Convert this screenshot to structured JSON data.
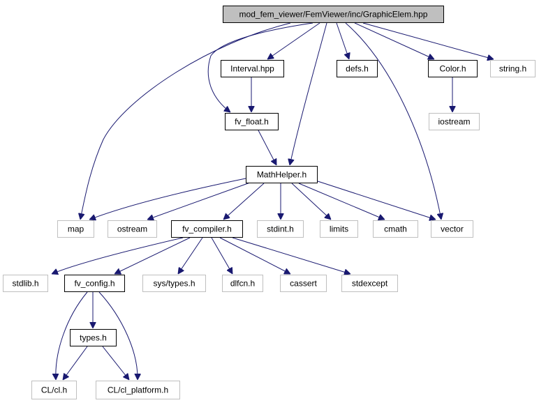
{
  "diagram": {
    "type": "include-dependency-graph",
    "colors": {
      "edge": "#191970",
      "root_fill": "#bfbfbf",
      "project_border": "#000000",
      "external_border": "#bfbfbf",
      "text": "#000000"
    },
    "nodes": [
      {
        "id": "root",
        "label": "mod_fem_viewer/FemViewer/inc/GraphicElem.hpp",
        "kind": "root"
      },
      {
        "id": "interval",
        "label": "Interval.hpp",
        "kind": "project"
      },
      {
        "id": "defs",
        "label": "defs.h",
        "kind": "project"
      },
      {
        "id": "color",
        "label": "Color.h",
        "kind": "project"
      },
      {
        "id": "string",
        "label": "string.h",
        "kind": "external"
      },
      {
        "id": "fvfloat",
        "label": "fv_float.h",
        "kind": "project"
      },
      {
        "id": "iostream",
        "label": "iostream",
        "kind": "external"
      },
      {
        "id": "mathhelper",
        "label": "MathHelper.h",
        "kind": "project"
      },
      {
        "id": "map",
        "label": "map",
        "kind": "external"
      },
      {
        "id": "ostream",
        "label": "ostream",
        "kind": "external"
      },
      {
        "id": "fvcompiler",
        "label": "fv_compiler.h",
        "kind": "project"
      },
      {
        "id": "stdint",
        "label": "stdint.h",
        "kind": "external"
      },
      {
        "id": "limits",
        "label": "limits",
        "kind": "external"
      },
      {
        "id": "cmath",
        "label": "cmath",
        "kind": "external"
      },
      {
        "id": "vector",
        "label": "vector",
        "kind": "external"
      },
      {
        "id": "stdlib",
        "label": "stdlib.h",
        "kind": "external"
      },
      {
        "id": "fvconfig",
        "label": "fv_config.h",
        "kind": "project"
      },
      {
        "id": "systypes",
        "label": "sys/types.h",
        "kind": "external"
      },
      {
        "id": "dlfcn",
        "label": "dlfcn.h",
        "kind": "external"
      },
      {
        "id": "cassert",
        "label": "cassert",
        "kind": "external"
      },
      {
        "id": "stdexcept",
        "label": "stdexcept",
        "kind": "external"
      },
      {
        "id": "types",
        "label": "types.h",
        "kind": "project"
      },
      {
        "id": "clh",
        "label": "CL/cl.h",
        "kind": "external"
      },
      {
        "id": "clplatform",
        "label": "CL/cl_platform.h",
        "kind": "external"
      }
    ],
    "edges": [
      {
        "from": "root",
        "to": "map"
      },
      {
        "from": "root",
        "to": "fvfloat"
      },
      {
        "from": "root",
        "to": "interval"
      },
      {
        "from": "root",
        "to": "mathhelper"
      },
      {
        "from": "root",
        "to": "defs"
      },
      {
        "from": "root",
        "to": "vector"
      },
      {
        "from": "root",
        "to": "color"
      },
      {
        "from": "root",
        "to": "string"
      },
      {
        "from": "interval",
        "to": "fvfloat"
      },
      {
        "from": "color",
        "to": "iostream"
      },
      {
        "from": "fvfloat",
        "to": "mathhelper"
      },
      {
        "from": "mathhelper",
        "to": "map"
      },
      {
        "from": "mathhelper",
        "to": "ostream"
      },
      {
        "from": "mathhelper",
        "to": "fvcompiler"
      },
      {
        "from": "mathhelper",
        "to": "stdint"
      },
      {
        "from": "mathhelper",
        "to": "limits"
      },
      {
        "from": "mathhelper",
        "to": "cmath"
      },
      {
        "from": "mathhelper",
        "to": "vector"
      },
      {
        "from": "fvcompiler",
        "to": "stdlib"
      },
      {
        "from": "fvcompiler",
        "to": "fvconfig"
      },
      {
        "from": "fvcompiler",
        "to": "systypes"
      },
      {
        "from": "fvcompiler",
        "to": "dlfcn"
      },
      {
        "from": "fvcompiler",
        "to": "cassert"
      },
      {
        "from": "fvcompiler",
        "to": "stdexcept"
      },
      {
        "from": "fvconfig",
        "to": "clh"
      },
      {
        "from": "fvconfig",
        "to": "types"
      },
      {
        "from": "fvconfig",
        "to": "clplatform"
      },
      {
        "from": "types",
        "to": "clh"
      },
      {
        "from": "types",
        "to": "clplatform"
      }
    ]
  }
}
